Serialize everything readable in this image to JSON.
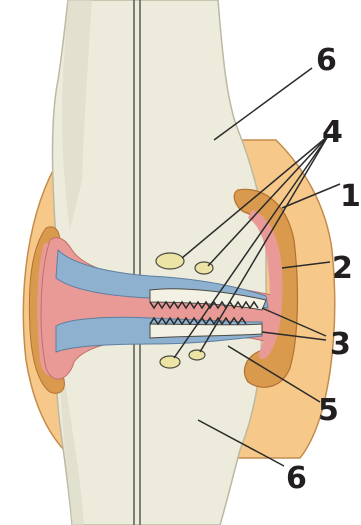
{
  "diagram": {
    "labels": {
      "l1": "1",
      "l2": "2",
      "l3": "3",
      "l4": "4",
      "l5": "5",
      "l6_top": "6",
      "l6_bottom": "6"
    },
    "colors": {
      "bone": "#ecebdc",
      "bone_edge": "#c9c6ae",
      "capsule_outer": "#f6c98a",
      "capsule_ring": "#d99a4e",
      "cavity_pink": "#e99a96",
      "cartilage_blue": "#8fb1d0",
      "nodule": "#ece4a4",
      "outline": "#2b2b2b"
    }
  }
}
